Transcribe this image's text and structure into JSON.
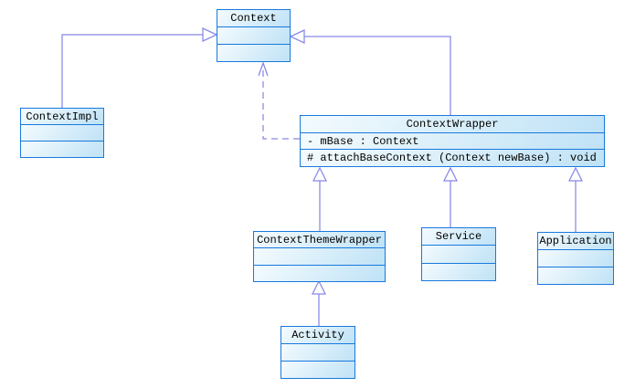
{
  "colors": {
    "box-border": "#1879dd",
    "box-fill-light": "#f4fbfe",
    "box-fill-deep": "#bfe2f6",
    "line": "#8787e8",
    "text": "#000000",
    "background": "#ffffff"
  },
  "classes": {
    "context": {
      "name": "Context"
    },
    "contextimpl": {
      "name": "ContextImpl"
    },
    "contextwrapper": {
      "name": "ContextWrapper",
      "attributes": [
        "- mBase : Context"
      ],
      "methods": [
        "# attachBaseContext (Context newBase) : void"
      ]
    },
    "contextthemewrapper": {
      "name": "ContextThemeWrapper"
    },
    "service": {
      "name": "Service"
    },
    "application": {
      "name": "Application"
    },
    "activity": {
      "name": "Activity"
    }
  },
  "relationships": [
    {
      "from": "ContextImpl",
      "to": "Context",
      "type": "generalization"
    },
    {
      "from": "ContextWrapper",
      "to": "Context",
      "type": "generalization"
    },
    {
      "from": "ContextWrapper",
      "to": "Context",
      "type": "dependency-dashed"
    },
    {
      "from": "ContextThemeWrapper",
      "to": "ContextWrapper",
      "type": "generalization"
    },
    {
      "from": "Service",
      "to": "ContextWrapper",
      "type": "generalization"
    },
    {
      "from": "Application",
      "to": "ContextWrapper",
      "type": "generalization"
    },
    {
      "from": "Activity",
      "to": "ContextThemeWrapper",
      "type": "generalization"
    }
  ]
}
